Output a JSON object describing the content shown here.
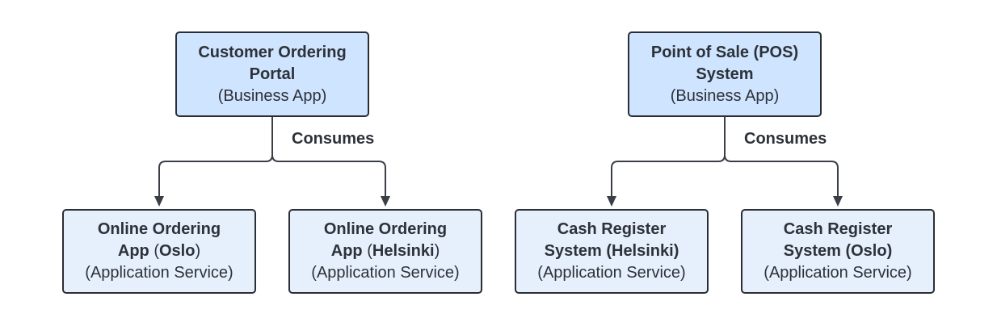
{
  "colors": {
    "business_fill": "#cfe4ff",
    "service_fill": "#e6f0fd",
    "stroke": "#2a2e34",
    "text": "#2d3138"
  },
  "left_group": {
    "parent": {
      "title_line1": "Customer Ordering",
      "title_line2": "Portal",
      "subtitle": "(Business App)"
    },
    "edge_label": "Consumes",
    "children": [
      {
        "title_line1": "Online Ordering",
        "title_line2_a": "App",
        "title_line2_b": "(",
        "title_line2_c": "Oslo",
        "title_line2_d": ")",
        "subtitle": "(Application Service)"
      },
      {
        "title_line1": "Online Ordering",
        "title_line2_a": "App",
        "title_line2_b": "(",
        "title_line2_c": "Helsinki",
        "title_line2_d": ")",
        "subtitle": "(Application Service)"
      }
    ]
  },
  "right_group": {
    "parent": {
      "title_line1": "Point of Sale (POS)",
      "title_line2": "System",
      "subtitle": "(Business App)"
    },
    "edge_label": "Consumes",
    "children": [
      {
        "title_line1": "Cash Register",
        "title_line2": "System (Helsinki)",
        "subtitle": "(Application Service)"
      },
      {
        "title_line1": "Cash Register",
        "title_line2": "System (Oslo)",
        "subtitle": "(Application Service)"
      }
    ]
  }
}
